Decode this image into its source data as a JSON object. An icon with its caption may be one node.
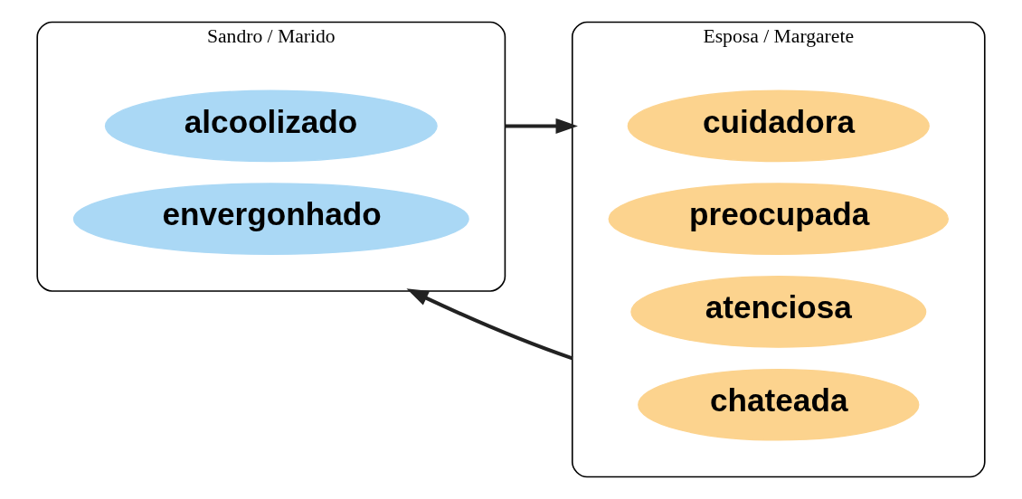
{
  "diagram": {
    "nodes": [
      {
        "text": [
          "Sandro / Marido"
        ]
      },
      {
        "text": [
          "alcoolizado"
        ],
        "in": 0
      },
      {
        "text": [
          "envergonhado"
        ],
        "in": 0
      },
      {
        "text": [
          "Esposa / Margarete"
        ]
      },
      {
        "text": [
          "cuidadora"
        ],
        "in": 3
      },
      {
        "text": [
          "preocupada"
        ],
        "in": 3
      },
      {
        "text": [
          "atenciosa"
        ],
        "in": 3
      },
      {
        "text": [
          "chateada"
        ],
        "in": 3
      }
    ],
    "edges": [
      {
        "from": 0,
        "to": 3,
        "arrow": "to"
      },
      {
        "from": 3,
        "to": 0,
        "arrow": "to"
      }
    ]
  }
}
